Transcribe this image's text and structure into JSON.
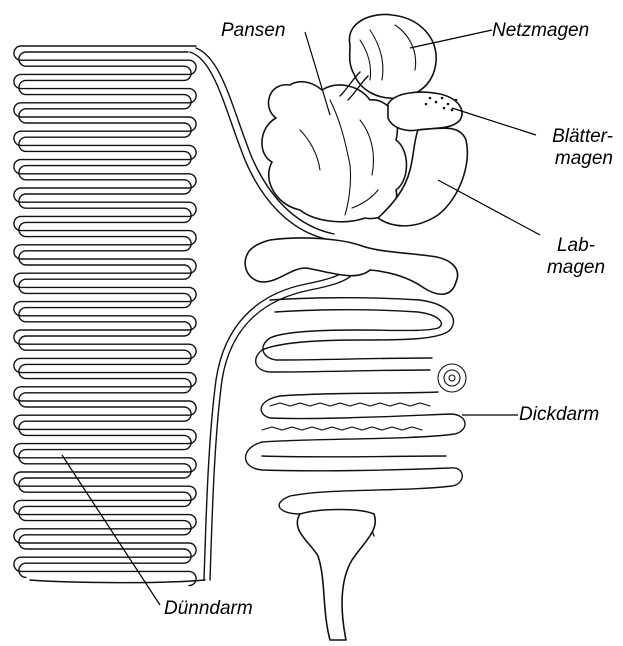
{
  "labels": {
    "pansen": "Pansen",
    "netzmagen": "Netzmagen",
    "blaettermagen_line1": "Blätter-",
    "blaettermagen_line2": "magen",
    "labmagen_line1": "Lab-",
    "labmagen_line2": "magen",
    "dickdarm": "Dickdarm",
    "duenndarm": "Dünndarm"
  },
  "colors": {
    "ink": "#111111",
    "background": "#ffffff"
  }
}
